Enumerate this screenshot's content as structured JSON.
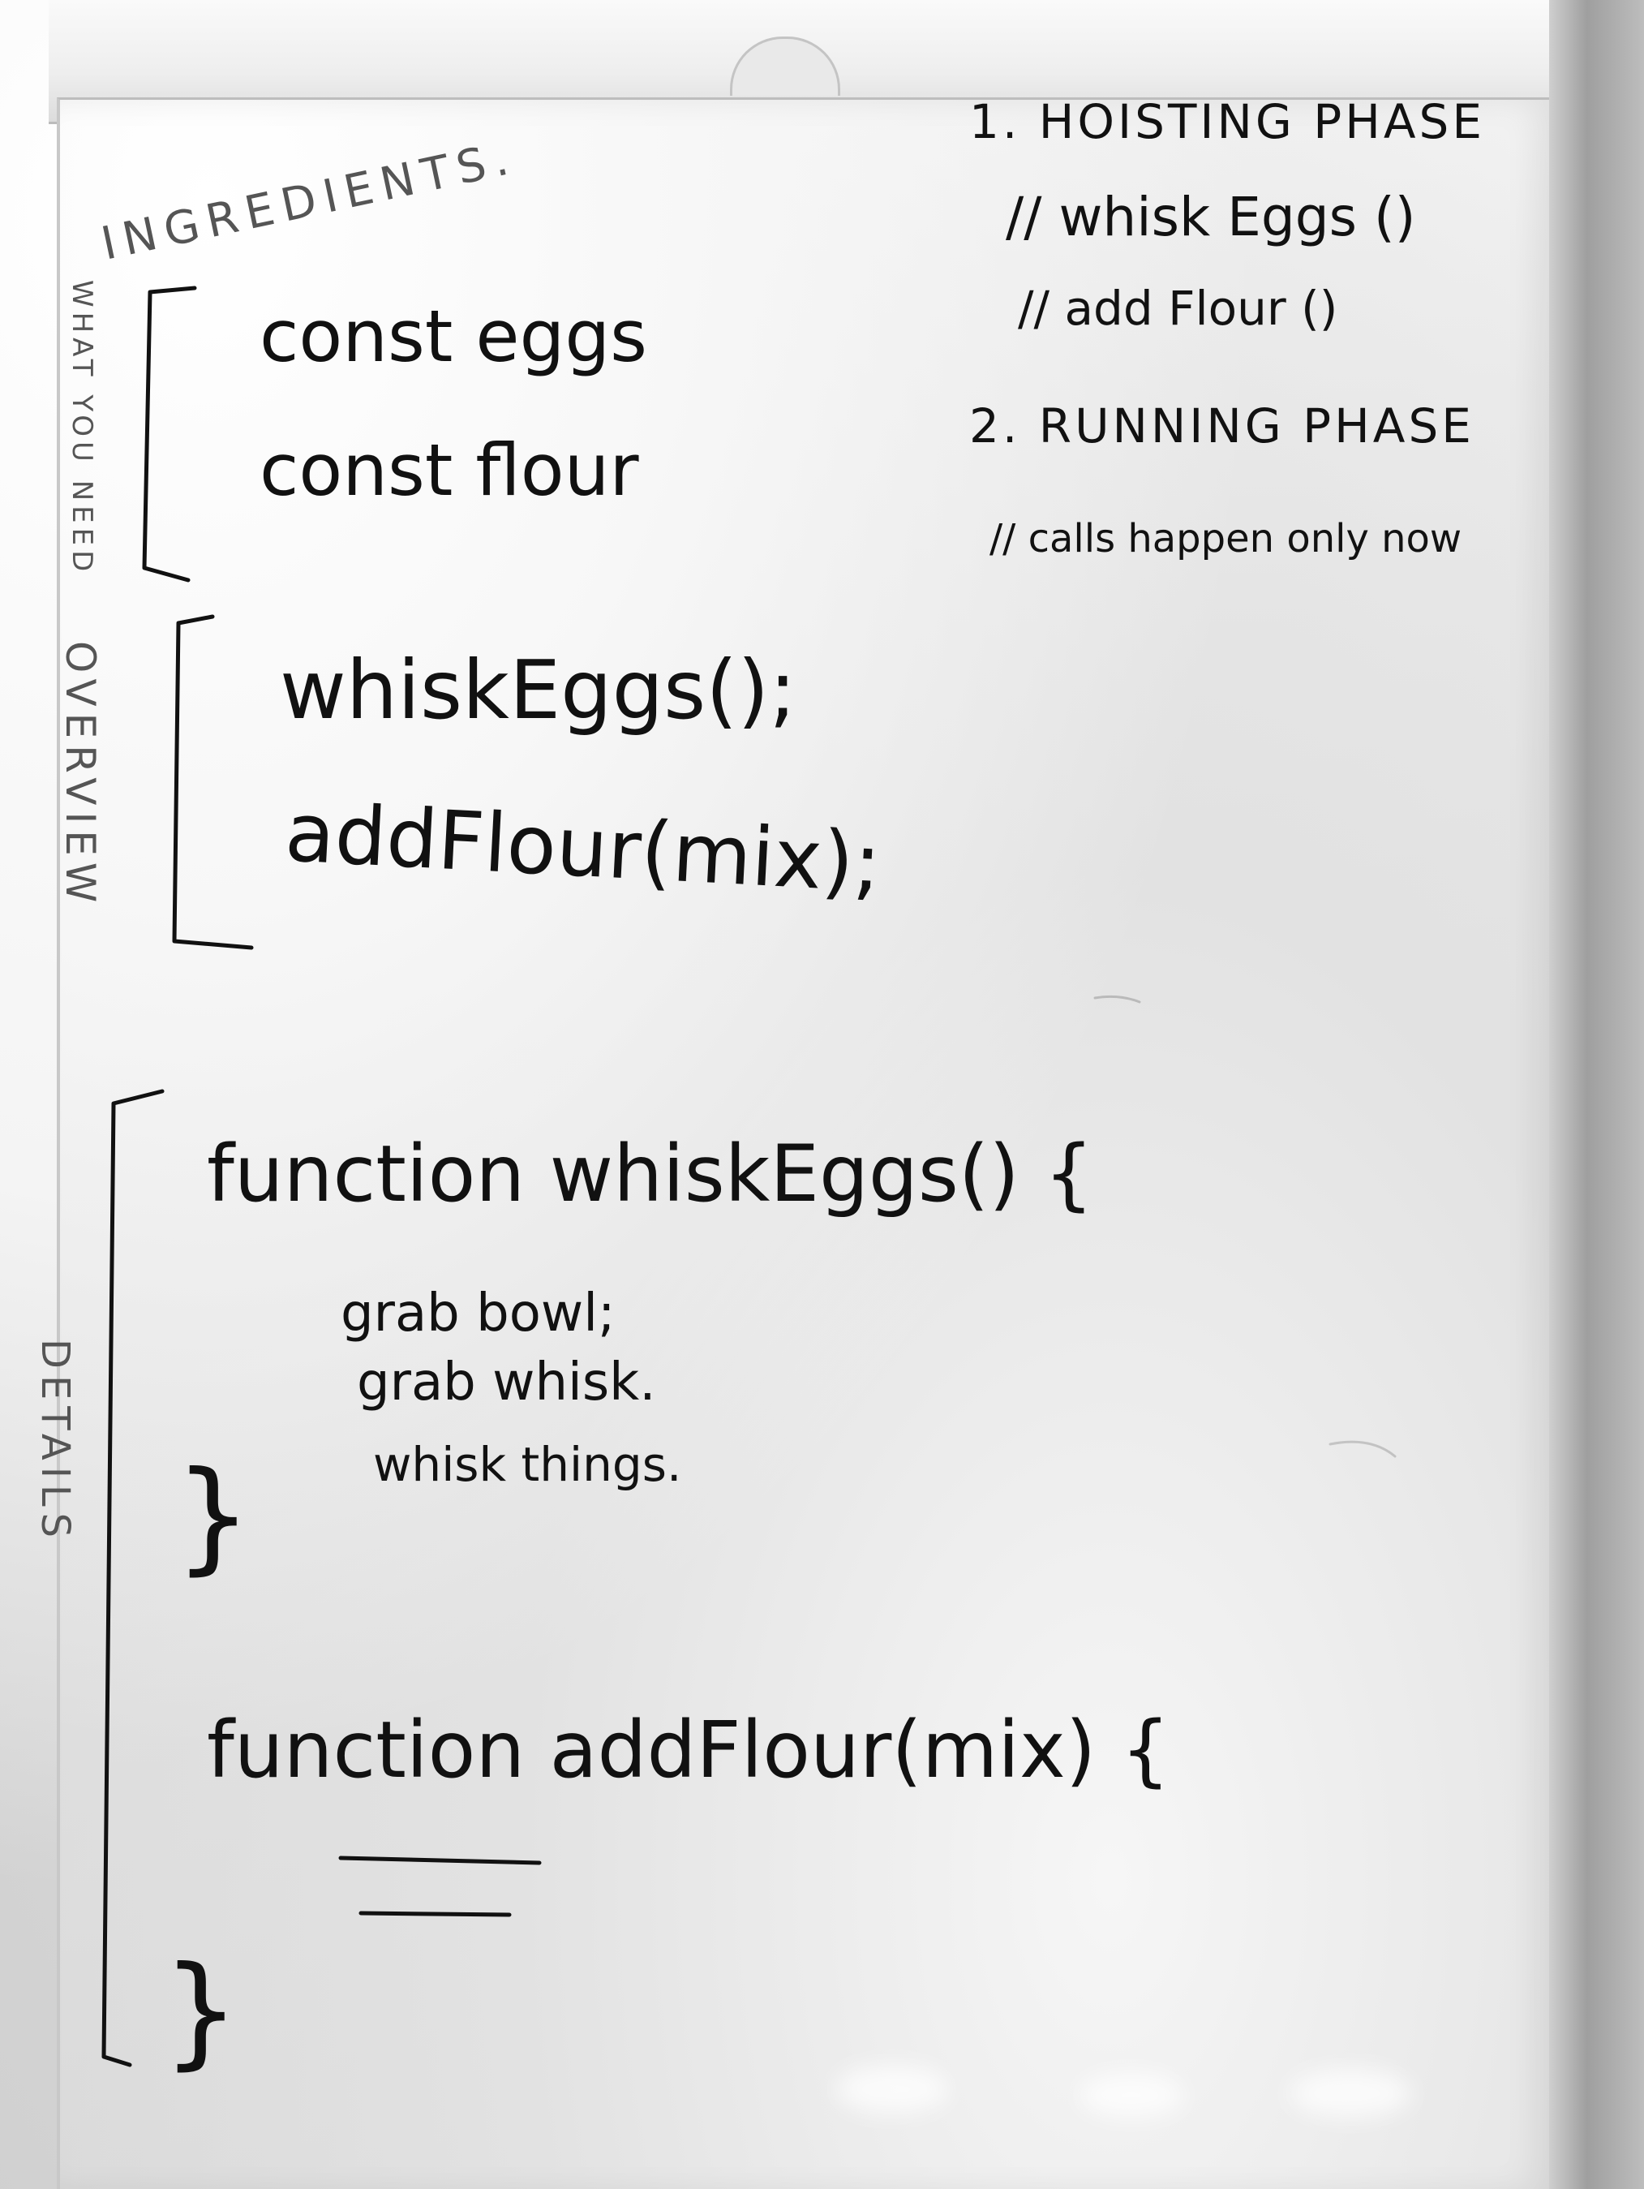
{
  "board": {
    "labels": {
      "ingredients": "INGREDIENTS.",
      "what_you_need": "WHAT YOU NEED",
      "overview": "OVERVIEW",
      "details": "DETAILS"
    },
    "ingredients_lines": [
      "const  eggs",
      "const  flour"
    ],
    "overview_lines": [
      "whiskEggs();",
      "addFlour(mix);"
    ],
    "phases": {
      "hoisting_title": "1. HOISTING PHASE",
      "hoisting_items": [
        "// whisk Eggs ()",
        "// add Flour ()"
      ],
      "running_title": "2. RUNNING PHASE",
      "running_items": [
        "// calls happen only now"
      ]
    },
    "details": {
      "whisk_header": "function  whiskEggs() {",
      "whisk_body": [
        "grab bowl;",
        "grab whisk.",
        "whisk things."
      ],
      "whisk_close": "}",
      "flour_header": "function  addFlour(mix) {",
      "flour_close": "}"
    }
  }
}
